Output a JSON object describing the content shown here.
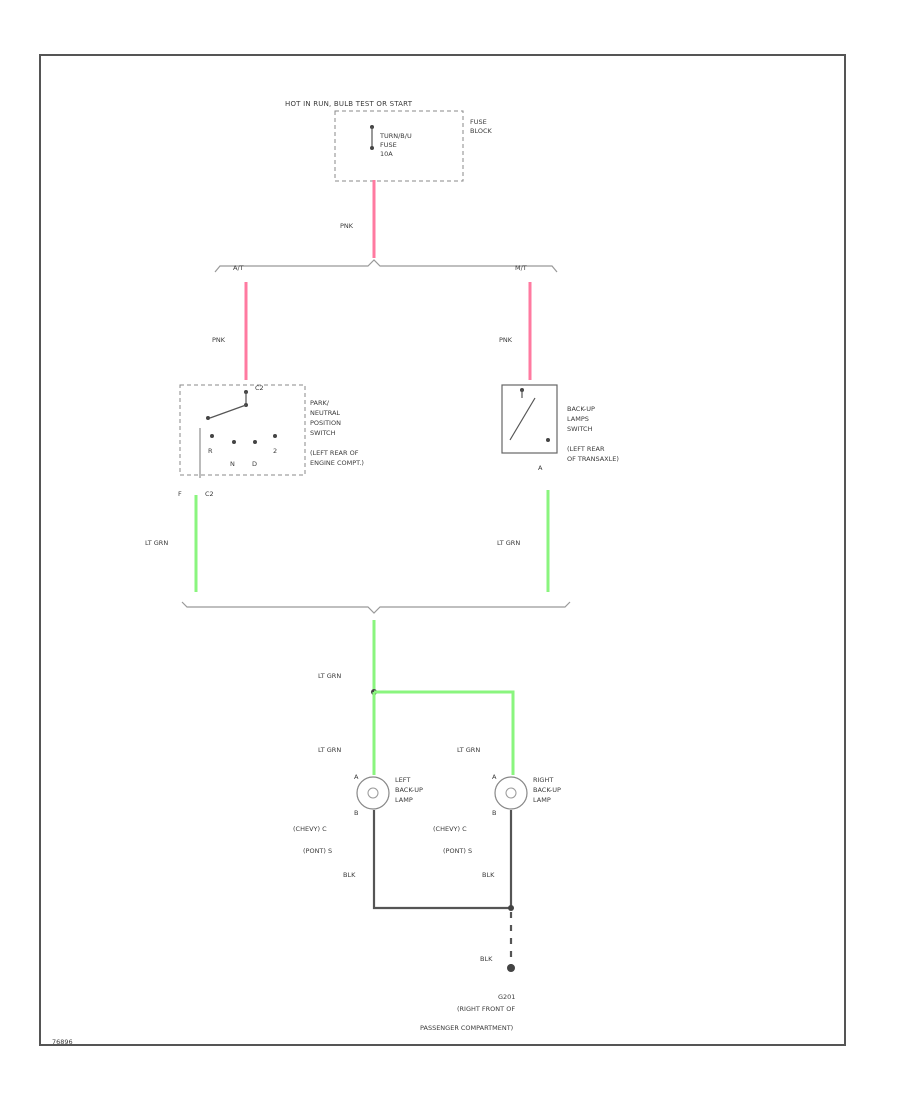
{
  "fuse_block": {
    "header": "HOT IN RUN, BULB TEST OR START",
    "fuse_label": [
      "TURN/B/U",
      "FUSE",
      "10A"
    ],
    "block_label": [
      "FUSE",
      "BLOCK"
    ]
  },
  "wires": {
    "pink": "PNK",
    "lt_grn": "LT GRN",
    "blk": "BLK"
  },
  "branch": {
    "at": "A/T",
    "mt": "M/T"
  },
  "pnp_switch": {
    "terminal_top": "C2",
    "gear_letters": [
      "R",
      "N",
      "D",
      "2"
    ],
    "label": [
      "PARK/",
      "NEUTRAL",
      "POSITION",
      "SWITCH",
      "(LEFT REAR OF",
      "ENGINE COMPT.)"
    ],
    "pin_left": "F",
    "pin_right": "C2"
  },
  "backup_switch": {
    "label": [
      "BACK-UP",
      "LAMPS",
      "SWITCH",
      "(LEFT REAR",
      "OF TRANSAXLE)"
    ],
    "pin": "A"
  },
  "left_lamp": {
    "label": [
      "LEFT",
      "BACK-UP",
      "LAMP"
    ],
    "pin_top": "A",
    "pin_bottom": "B",
    "chevy": "(CHEVY) C",
    "pont": "(PONT) S"
  },
  "right_lamp": {
    "label": [
      "RIGHT",
      "BACK-UP",
      "LAMP"
    ],
    "pin_top": "A",
    "pin_bottom": "B",
    "chevy": "(CHEVY) C",
    "pont": "(PONT) S"
  },
  "ground": {
    "id": "G201",
    "label": [
      "(RIGHT FRONT OF",
      "PASSENGER COMPARTMENT)"
    ]
  },
  "figure_id": "76896"
}
